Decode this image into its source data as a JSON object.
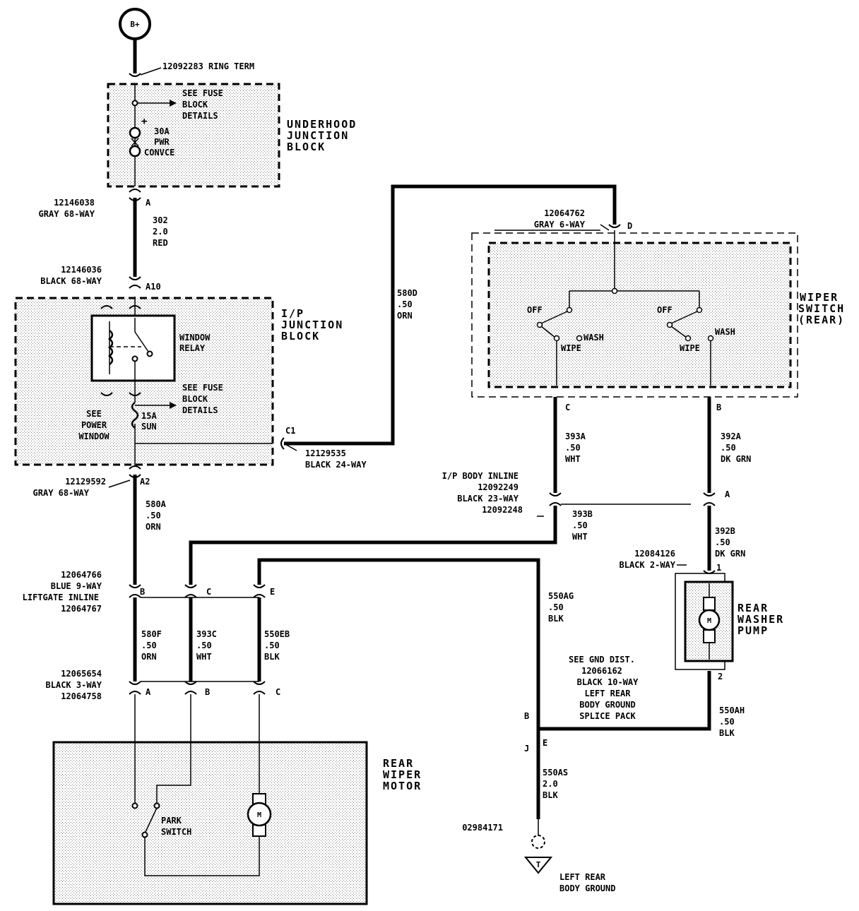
{
  "colors": {
    "ink": "#000000",
    "shade": "#dcdcdc",
    "paper": "#ffffff"
  },
  "battery": {
    "label": "B+"
  },
  "labels": {
    "ring_term": "12092283 RING TERM",
    "see_fuse_1": "SEE FUSE",
    "see_fuse_2": "BLOCK",
    "see_fuse_3": "DETAILS",
    "fuse30_1": "30A",
    "fuse30_2": "PWR",
    "fuse30_3": "CONVCE",
    "uhjb_1": "UNDERHOOD",
    "uhjb_2": "JUNCTION",
    "uhjb_3": "BLOCK",
    "conn_a_1": "12146038",
    "conn_a_2": "GRAY 68-WAY",
    "pin_a": "A",
    "wire302_1": "302",
    "wire302_2": "2.0",
    "wire302_3": "RED",
    "conn_a10_1": "12146036",
    "conn_a10_2": "BLACK 68-WAY",
    "pin_a10": "A10",
    "ipjb_1": "I/P",
    "ipjb_2": "JUNCTION",
    "ipjb_3": "BLOCK",
    "relay_1": "WINDOW",
    "relay_2": "RELAY",
    "see_fuse2_1": "SEE FUSE",
    "see_fuse2_2": "BLOCK",
    "see_fuse2_3": "DETAILS",
    "fuse15_1": "15A",
    "fuse15_2": "SUN",
    "see_pw_1": "SEE",
    "see_pw_2": "POWER",
    "see_pw_3": "WINDOW",
    "pin_c1": "C1",
    "conn_c1_1": "12129535",
    "conn_c1_2": "BLACK 24-WAY",
    "conn_a2_1": "12129592",
    "conn_a2_2": "GRAY 68-WAY",
    "pin_a2": "A2",
    "wire580a_1": "580A",
    "wire580a_2": ".50",
    "wire580a_3": "ORN",
    "wire580d_1": "580D",
    "wire580d_2": ".50",
    "wire580d_3": "ORN",
    "conn_d_1": "12064762",
    "conn_d_2": "GRAY 6-WAY",
    "pin_d": "D",
    "ws_1": "WIPER",
    "ws_2": "SWITCH",
    "ws_3": "(REAR)",
    "off_1": "OFF",
    "off_2": "OFF",
    "wipe_1": "WIPE",
    "wipe_2": "WIPE",
    "wash_1": "WASH",
    "wash_2": "WASH",
    "pin_c": "C",
    "pin_b": "B",
    "wire393a_1": "393A",
    "wire393a_2": ".50",
    "wire393a_3": "WHT",
    "wire392a_1": "392A",
    "wire392a_2": ".50",
    "wire392a_3": "DK GRN",
    "ipbody_1": "I/P BODY INLINE",
    "ipbody_2": "12092249",
    "ipbody_3": "BLACK 23-WAY",
    "ipbody_4": "12092248",
    "pin_a_inline": "A",
    "wire393b_1": "393B",
    "wire393b_2": ".50",
    "wire393b_3": "WHT",
    "wire392b_1": "392B",
    "wire392b_2": ".50",
    "wire392b_3": "DK GRN",
    "conn_pump_1": "12084126",
    "conn_pump_2": "BLACK 2-WAY",
    "pin_1": "1",
    "pin_2": "2",
    "pump_1": "REAR",
    "pump_2": "WASHER",
    "pump_3": "PUMP",
    "motor_m": "M",
    "motor_m2": "M",
    "lg_1": "12064766",
    "lg_2": "BLUE 9-WAY",
    "lg_3": "LIFTGATE INLINE",
    "lg_4": "12064767",
    "lg_pin_b": "B",
    "lg_pin_c": "C",
    "lg_pin_e": "E",
    "wire580f_1": "580F",
    "wire580f_2": ".50",
    "wire580f_3": "ORN",
    "wire393c_1": "393C",
    "wire393c_2": ".50",
    "wire393c_3": "WHT",
    "wire550eb_1": "550EB",
    "wire550eb_2": ".50",
    "wire550eb_3": "BLK",
    "wire550ag_1": "550AG",
    "wire550ag_2": ".50",
    "wire550ag_3": "BLK",
    "mc_1": "12065654",
    "mc_2": "BLACK 3-WAY",
    "mc_3": "12064758",
    "mc_pin_a": "A",
    "mc_pin_b": "B",
    "mc_pin_c": "C",
    "rwm_1": "REAR",
    "rwm_2": "WIPER",
    "rwm_3": "MOTOR",
    "park_1": "PARK",
    "park_2": "SWITCH",
    "gnd_1": "SEE GND DIST.",
    "gnd_2": "12066162",
    "gnd_3": "BLACK 10-WAY",
    "gnd_4": "LEFT REAR",
    "gnd_5": "BODY GROUND",
    "gnd_6": "SPLICE PACK",
    "sp_b": "B",
    "sp_j": "J",
    "sp_e": "E",
    "wire550ah_1": "550AH",
    "wire550ah_2": ".50",
    "wire550ah_3": "BLK",
    "wire550as_1": "550AS",
    "wire550as_2": "2.0",
    "wire550as_3": "BLK",
    "gnd_part": "02984171",
    "gnd_t": "T",
    "lrbg_1": "LEFT REAR",
    "lrbg_2": "BODY GROUND"
  }
}
